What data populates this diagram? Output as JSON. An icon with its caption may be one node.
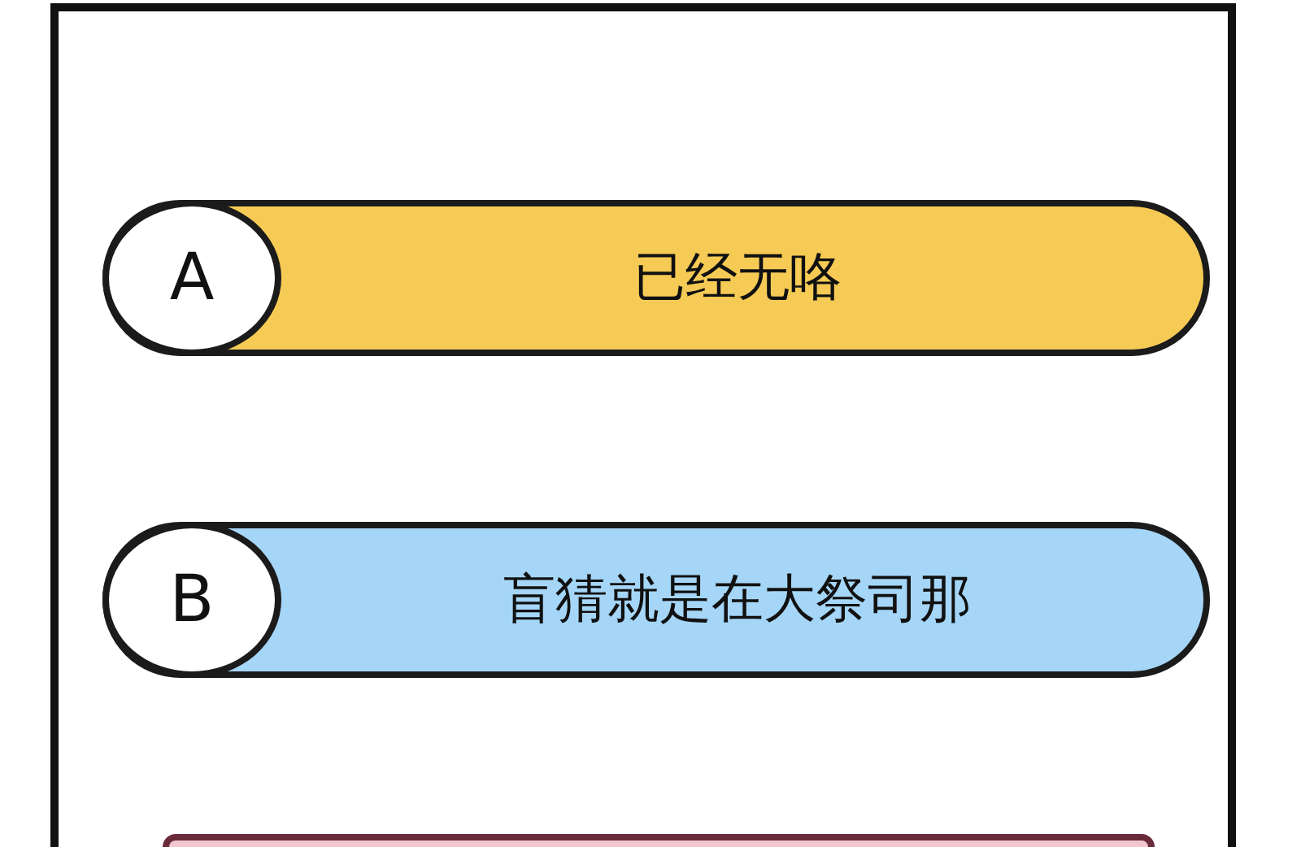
{
  "diagram": {
    "nodes": [
      {
        "text": [
          "已经无咯"
        ]
      },
      {
        "text": [
          "A"
        ],
        "in": 0
      },
      {
        "text": [
          "盲猜就是在大祭司那"
        ]
      },
      {
        "text": [
          "B"
        ],
        "in": 2
      },
      {
        "text": [],
        "shape": "bar"
      }
    ]
  }
}
